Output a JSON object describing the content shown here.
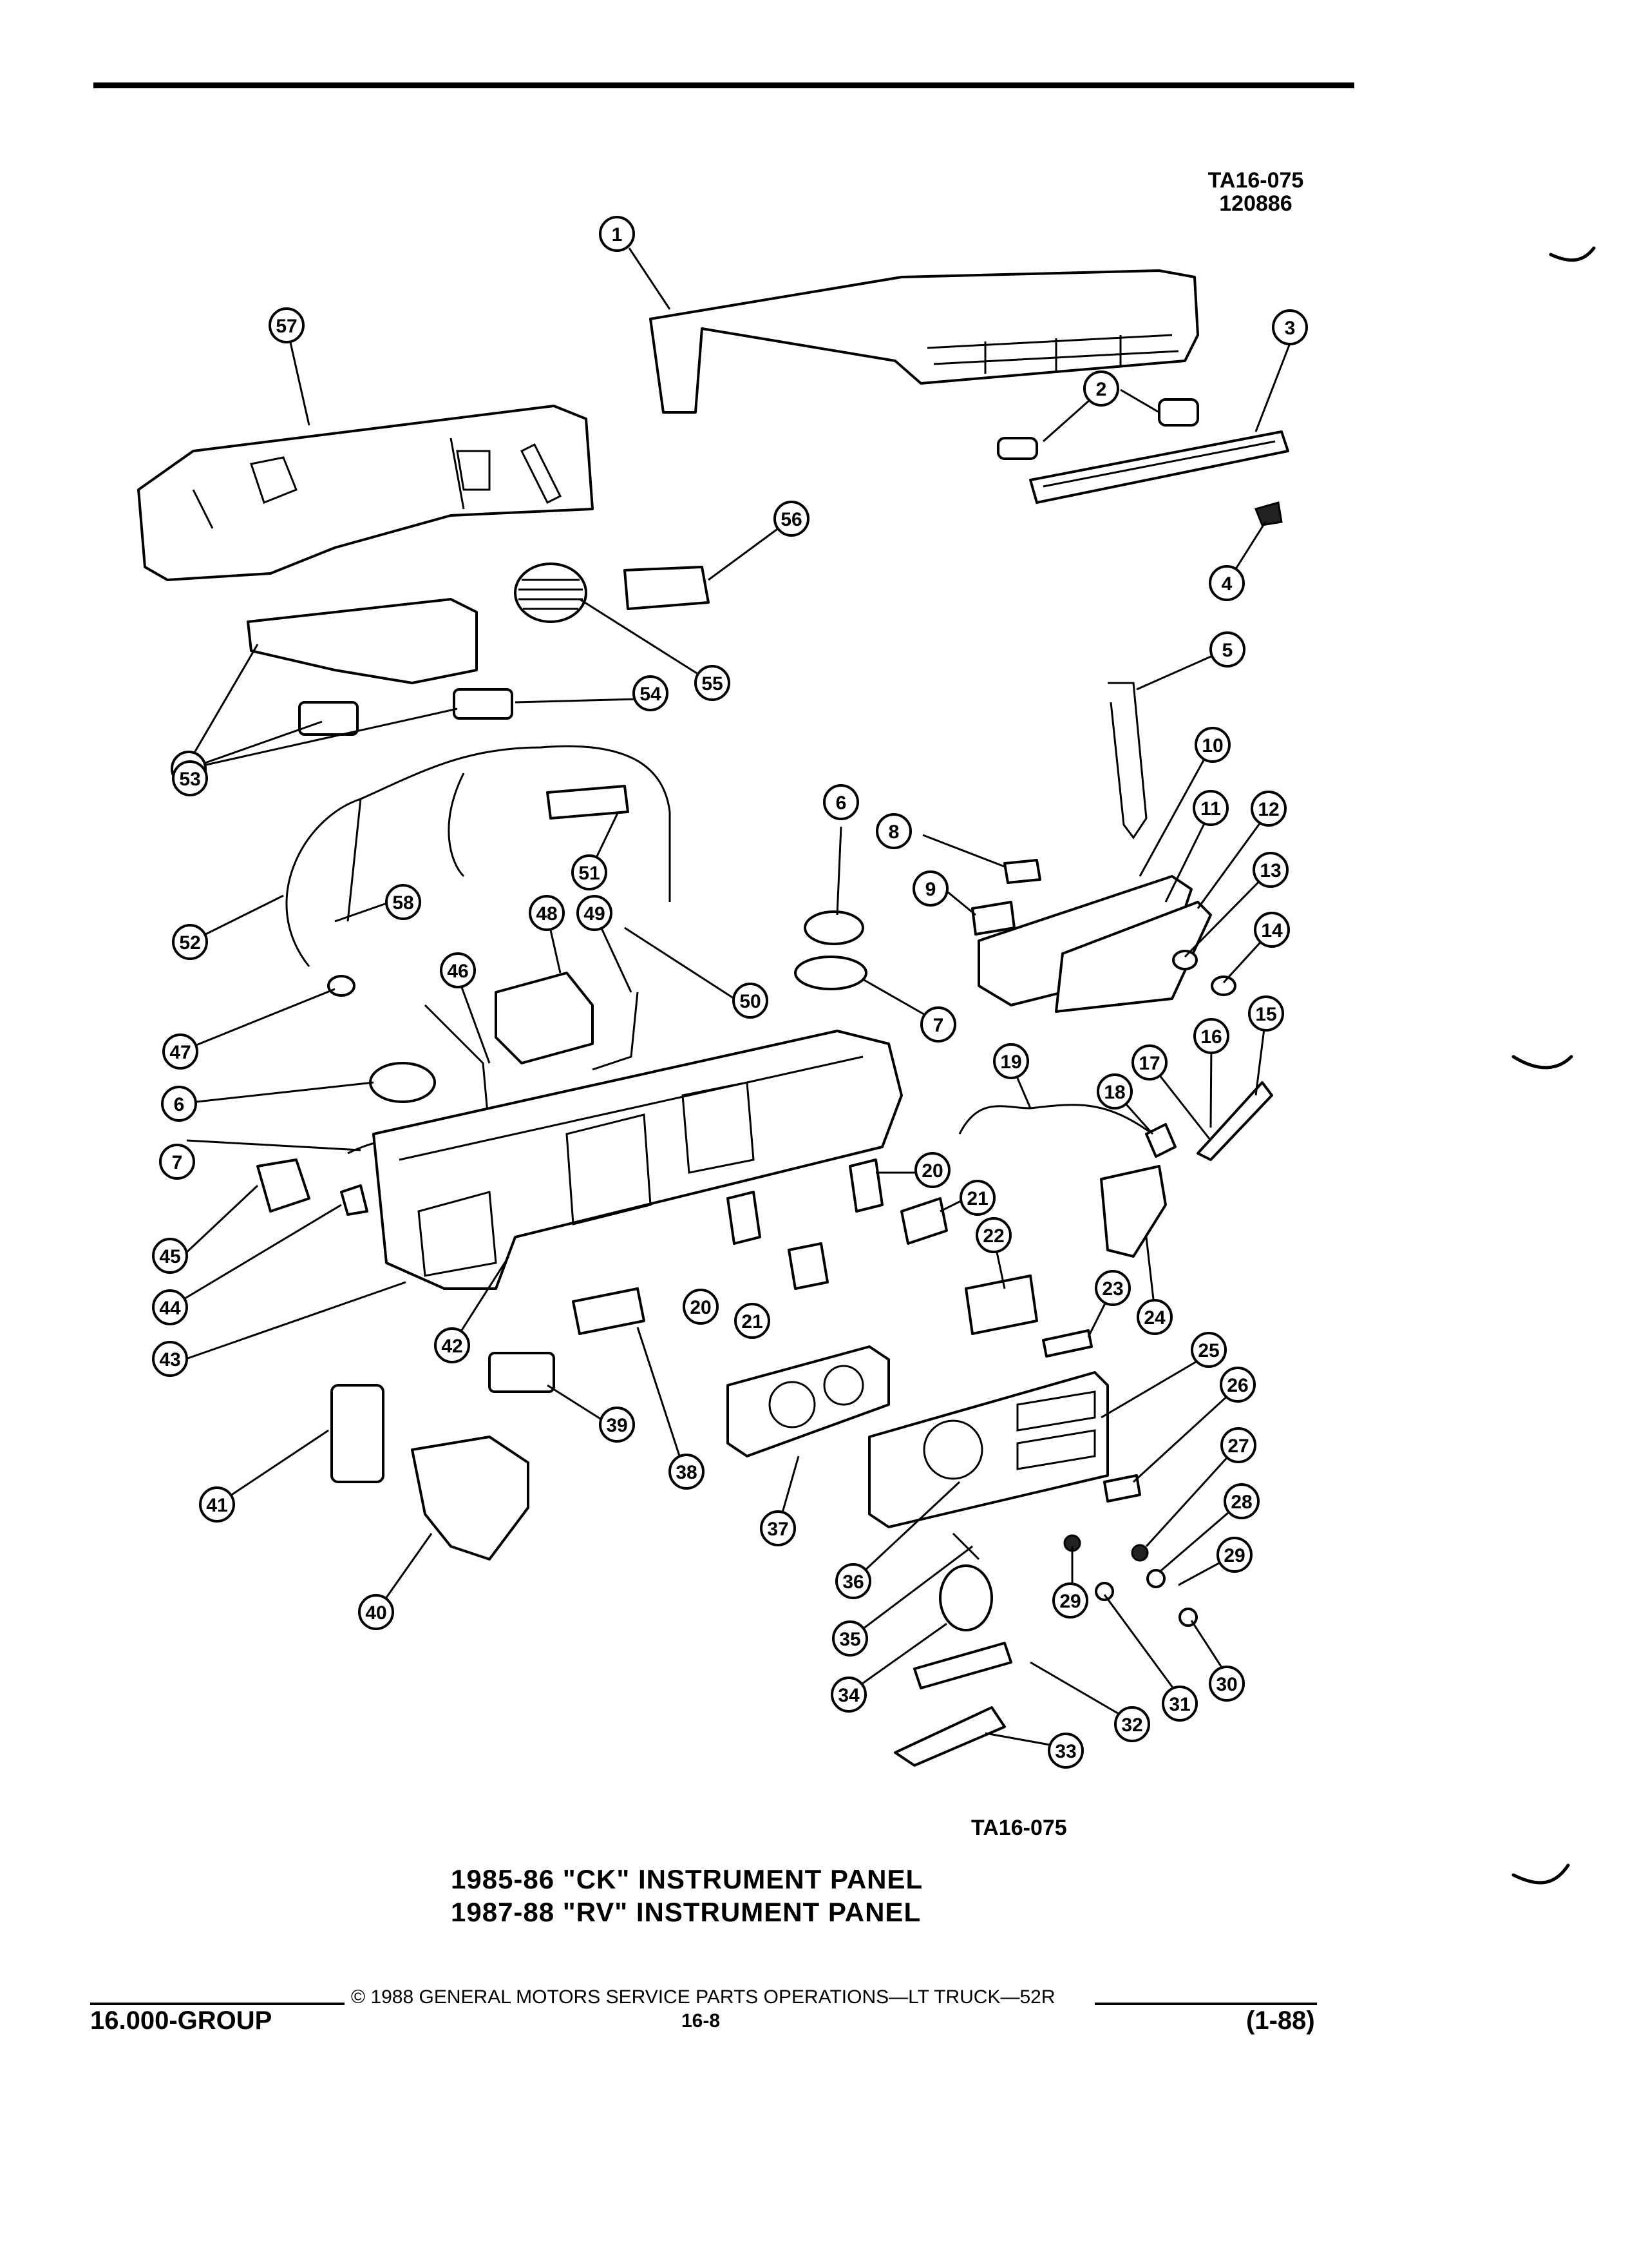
{
  "header": {
    "reference_code": "TA16-075",
    "reference_date": "120886"
  },
  "diagram": {
    "bottom_code": "TA16-075",
    "callouts": [
      "1",
      "2",
      "3",
      "4",
      "5",
      "6",
      "7",
      "8",
      "9",
      "10",
      "11",
      "12",
      "13",
      "14",
      "15",
      "16",
      "17",
      "18",
      "19",
      "20",
      "21",
      "22",
      "23",
      "24",
      "25",
      "26",
      "27",
      "28",
      "29",
      "30",
      "31",
      "32",
      "33",
      "34",
      "35",
      "36",
      "37",
      "38",
      "39",
      "40",
      "41",
      "42",
      "43",
      "44",
      "45",
      "46",
      "47",
      "48",
      "49",
      "50",
      "51",
      "52",
      "53",
      "54",
      "55",
      "56",
      "57",
      "58"
    ],
    "repeated_callouts": {
      "6b": "6",
      "7b": "7",
      "20b": "20",
      "21b": "21",
      "29b": "29",
      "39b": "39"
    }
  },
  "title": {
    "line1": "1985-86 \"CK\" INSTRUMENT PANEL",
    "line2": "1987-88 \"RV\" INSTRUMENT PANEL"
  },
  "footer": {
    "copyright": "© 1988 GENERAL MOTORS SERVICE PARTS OPERATIONS—LT TRUCK—52R",
    "group": "16.000-GROUP",
    "page": "16-8",
    "revision": "(1-88)"
  }
}
